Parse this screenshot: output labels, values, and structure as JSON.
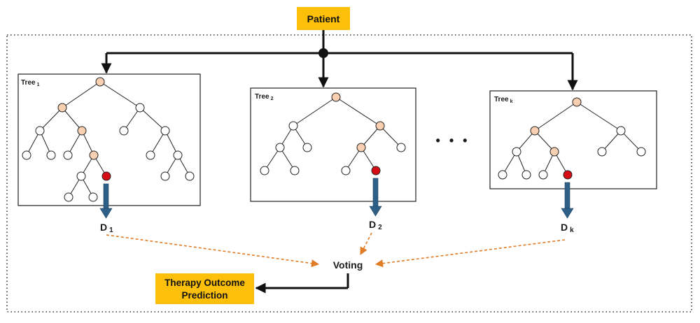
{
  "patient_label": "Patient",
  "voting_label": "Voting",
  "output": {
    "line1": "Therapy Outcome",
    "line2": "Prediction"
  },
  "ellipsis": "• • •",
  "trees": [
    {
      "name": "Tree",
      "subscript": "1",
      "decision": "D",
      "decision_sub": "1"
    },
    {
      "name": "Tree",
      "subscript": "2",
      "decision": "D",
      "decision_sub": "2"
    },
    {
      "name": "Tree",
      "subscript": "k",
      "decision": "D",
      "decision_sub": "k"
    }
  ],
  "colors": {
    "box_fill": "#fcc00a",
    "path_node": "#f8cfb0",
    "leaf_node": "#d70d16",
    "arrow_down": "#2f5f86",
    "vote_arrow": "#e07b26",
    "line": "#111111"
  }
}
